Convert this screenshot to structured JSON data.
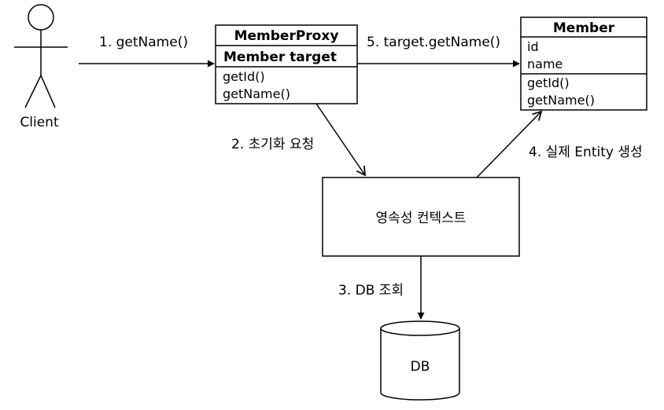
{
  "actor": {
    "label": "Client"
  },
  "proxy_class": {
    "name": "MemberProxy",
    "fields": [
      "Member target"
    ],
    "methods": [
      "getId()",
      "getName()"
    ]
  },
  "member_class": {
    "name": "Member",
    "fields": [
      "id",
      "name"
    ],
    "methods": [
      "getId()",
      "getName()"
    ]
  },
  "persistence_context": {
    "label": "영속성 컨텍스트"
  },
  "database": {
    "label": "DB"
  },
  "steps": {
    "step1": "1. getName()",
    "step2": "2. 초기화 요청",
    "step3": "3. DB 조회",
    "step4": "4. 실제 Entity 생성",
    "step5": "5. target.getName()"
  }
}
